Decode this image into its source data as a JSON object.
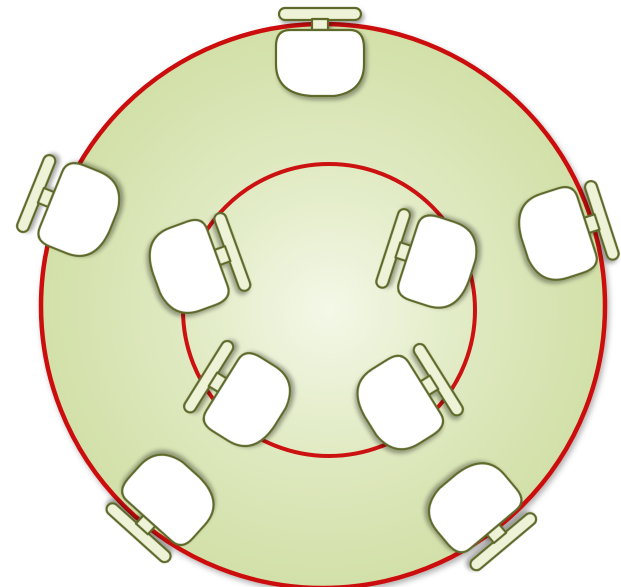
{
  "diagram": {
    "kind": "seating-arrangement",
    "outer_ring": {
      "stroke_color": "#cc1111",
      "fill_colors": [
        "#eef3dc",
        "#d2e0a8"
      ]
    },
    "inner_ring": {
      "stroke_color": "#cc1111",
      "fill_colors": [
        "#f4f8e8",
        "#e0eac2"
      ]
    },
    "chair_style": {
      "seat_fill": "#ffffff",
      "arm_fill": "#eef3d8",
      "outline": "#5f6b2c",
      "shadow": "#7a8a40"
    },
    "outer_chairs": [
      {
        "id": "outer-top",
        "facing": "inward"
      },
      {
        "id": "outer-upper-left",
        "facing": "inward"
      },
      {
        "id": "outer-upper-right",
        "facing": "inward"
      },
      {
        "id": "outer-lower-left",
        "facing": "inward"
      },
      {
        "id": "outer-lower-right",
        "facing": "inward"
      }
    ],
    "inner_chairs": [
      {
        "id": "inner-upper-left",
        "facing": "outward"
      },
      {
        "id": "inner-upper-right",
        "facing": "outward"
      },
      {
        "id": "inner-lower-left",
        "facing": "outward"
      },
      {
        "id": "inner-lower-right",
        "facing": "outward"
      }
    ]
  }
}
